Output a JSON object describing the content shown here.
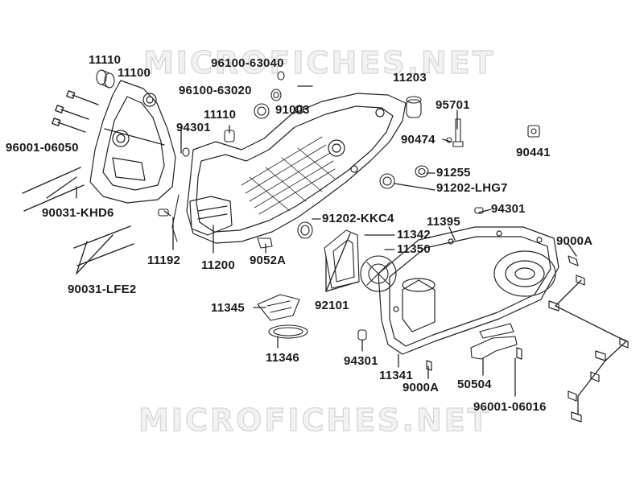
{
  "watermark": {
    "text": "MICROFICHES.NET"
  },
  "labels": {
    "p11110_top": "11110",
    "p11100": "11100",
    "p96100_63040": "96100-63040",
    "p96100_63020": "96100-63020",
    "p91003": "91003",
    "p11110_mid": "11110",
    "p94301_left": "94301",
    "p96001_06050": "96001-06050",
    "p90031_khd6": "90031-KHD6",
    "p90031_lfe2": "90031-LFE2",
    "p11192": "11192",
    "p11200": "11200",
    "p9052a": "9052A",
    "p91202_kkc4": "91202-KKC4",
    "p11203": "11203",
    "p95701": "95701",
    "p90474": "90474",
    "p90441": "90441",
    "p91255": "91255",
    "p91202_lhg7": "91202-LHG7",
    "p94301_right": "94301",
    "p11395": "11395",
    "p11342": "11342",
    "p11350": "11350",
    "p9000a_right": "9000A",
    "p92101": "92101",
    "p11345": "11345",
    "p11346": "11346",
    "p94301_bottom": "94301",
    "p11341": "11341",
    "p9000a_bottom": "9000A",
    "p50504": "50504",
    "p96001_06016": "96001-06016"
  }
}
